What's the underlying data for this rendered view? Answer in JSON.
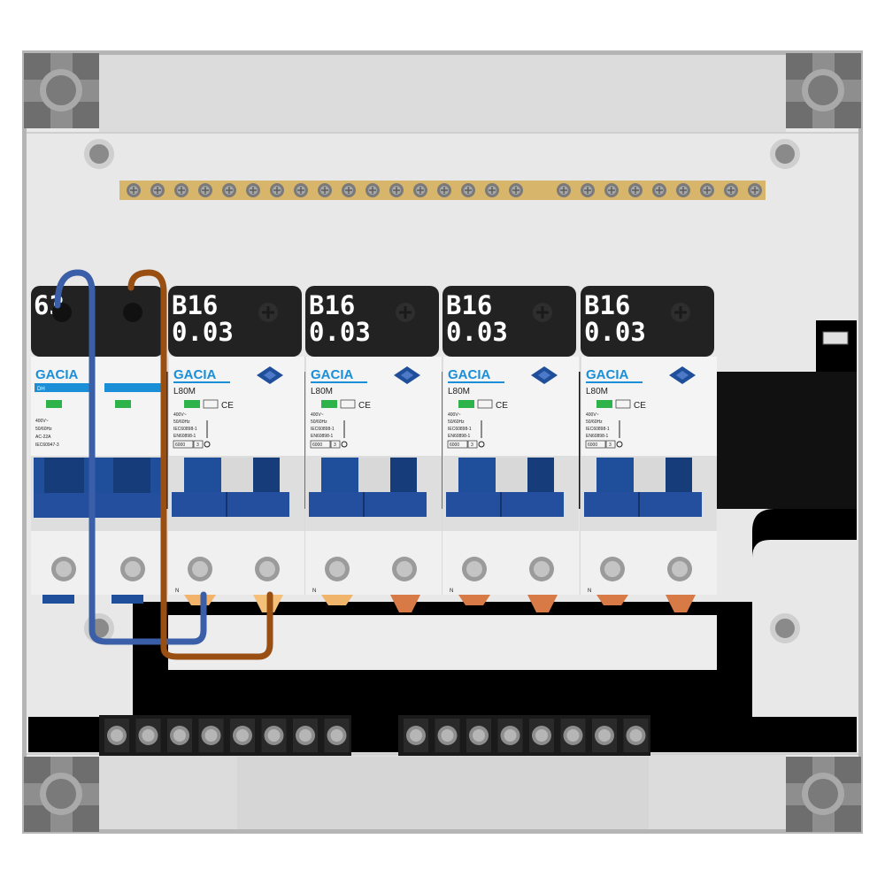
{
  "main_switch": {
    "rating": "63",
    "brand": "GACIA",
    "model": "DH",
    "specs": [
      "400V~",
      "50/60Hz",
      "AC-22A",
      "IEC60947-3"
    ]
  },
  "rcbos": [
    {
      "rating": "B16",
      "sensitivity": "0.03",
      "brand": "GACIA",
      "model": "L80M",
      "specs": [
        "400V~",
        "50/60Hz",
        "IEC60898-1",
        "EN60898-1"
      ],
      "breaking": "6000",
      "class": "3",
      "neutral": "N"
    },
    {
      "rating": "B16",
      "sensitivity": "0.03",
      "brand": "GACIA",
      "model": "L80M",
      "specs": [
        "400V~",
        "50/60Hz",
        "IEC60898-1",
        "EN60898-1"
      ],
      "breaking": "6000",
      "class": "3",
      "neutral": "N"
    },
    {
      "rating": "B16",
      "sensitivity": "0.03",
      "brand": "GACIA",
      "model": "L80M",
      "specs": [
        "400V~",
        "50/60Hz",
        "IEC60898-1",
        "EN60898-1"
      ],
      "breaking": "6000",
      "class": "3",
      "neutral": "N"
    },
    {
      "rating": "B16",
      "sensitivity": "0.03",
      "brand": "GACIA",
      "model": "L80M",
      "specs": [
        "400V~",
        "50/60Hz",
        "IEC60898-1",
        "EN60898-1"
      ],
      "breaking": "6000",
      "class": "3",
      "neutral": "N"
    }
  ],
  "colors": {
    "enclosure": "#e6e6e6",
    "enclosure_frame": "#b0b0b0",
    "corner": "#8a8a8a",
    "din_rail": "#000000",
    "breaker_blue": "#1f4e9a",
    "busbar_brass": "#d7b56a",
    "neutral_wire": "#3a5fa8",
    "live_wire": "#9a4f12",
    "brand_blue": "#1a8fd8",
    "indicator_green": "#2db34a"
  }
}
